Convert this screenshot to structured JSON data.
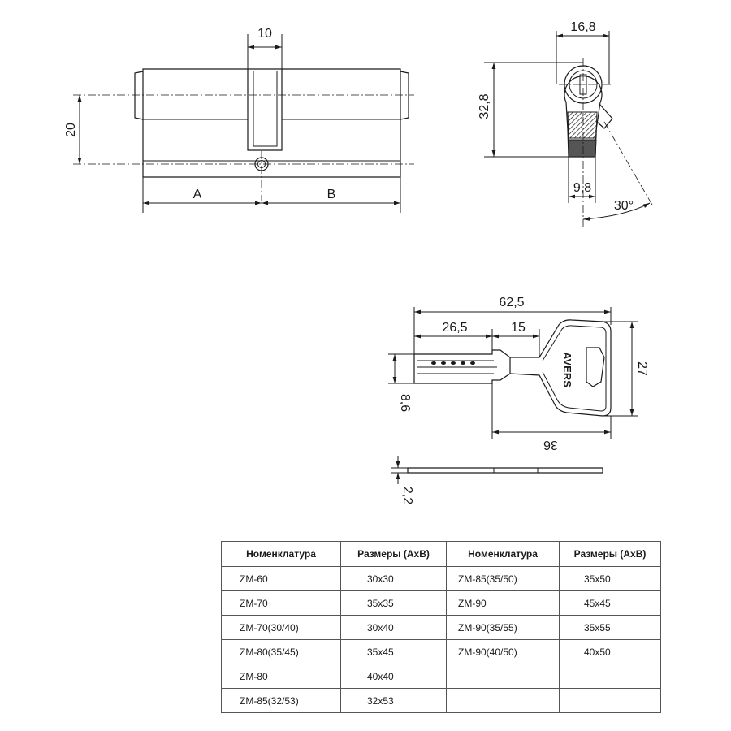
{
  "cylinder_front": {
    "dim_width": "10",
    "dim_height": "20",
    "dim_a": "A",
    "dim_b": "B"
  },
  "cylinder_side": {
    "dim_width": "16,8",
    "dim_height": "32,8",
    "dim_cam": "9,8",
    "dim_angle": "30°"
  },
  "key": {
    "brand": "AVERS",
    "dim_total": "62,5",
    "dim_blade": "26,5",
    "dim_shoulder": "15",
    "dim_height": "27",
    "dim_blade_height": "8,6",
    "dim_head": "36",
    "dim_thickness": "2,2"
  },
  "table": {
    "headers": [
      "Номенклатура",
      "Размеры (АхВ)",
      "Номенклатура",
      "Размеры (АхВ)"
    ],
    "rows": [
      [
        "ZM-60",
        "30x30",
        "ZM-85(35/50)",
        "35x50"
      ],
      [
        "ZM-70",
        "35x35",
        "ZM-90",
        "45x45"
      ],
      [
        "ZM-70(30/40)",
        "30x40",
        "ZM-90(35/55)",
        "35x55"
      ],
      [
        "ZM-80(35/45)",
        "35x45",
        "ZM-90(40/50)",
        "40x50"
      ],
      [
        "ZM-80",
        "40x40",
        "",
        ""
      ],
      [
        "ZM-85(32/53)",
        "32x53",
        "",
        ""
      ]
    ]
  }
}
